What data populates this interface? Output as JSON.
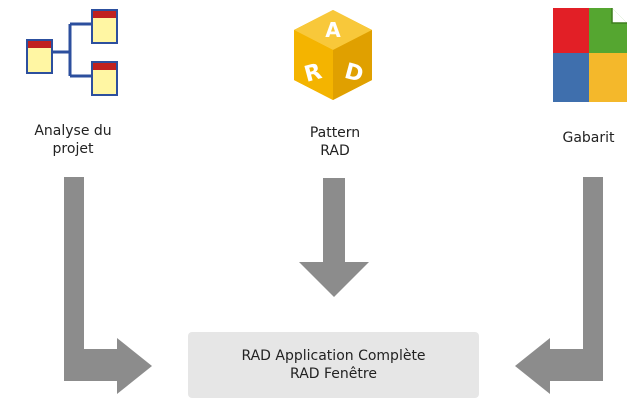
{
  "sources": [
    {
      "id": "analysis",
      "label": "Analyse du\nprojet",
      "icon": "project-analysis-icon"
    },
    {
      "id": "pattern",
      "label": "Pattern\nRAD",
      "icon": "rad-cube-icon"
    },
    {
      "id": "template",
      "label": "Gabarit",
      "icon": "template-grid-icon"
    }
  ],
  "result": {
    "line1": "RAD Application Complète",
    "line2": "RAD Fenêtre"
  },
  "colors": {
    "arrow": "#8c8c8c",
    "box": "#e6e6e6",
    "cube_fill": "#f4b400",
    "cube_dark": "#d99600",
    "tile_red": "#e21f26",
    "tile_green": "#55a630",
    "tile_blue": "#3f6fad",
    "tile_yellow": "#f4b82b",
    "doc_header": "#c0211f",
    "doc_body": "#fff6a3",
    "connector": "#2c4f9e"
  }
}
